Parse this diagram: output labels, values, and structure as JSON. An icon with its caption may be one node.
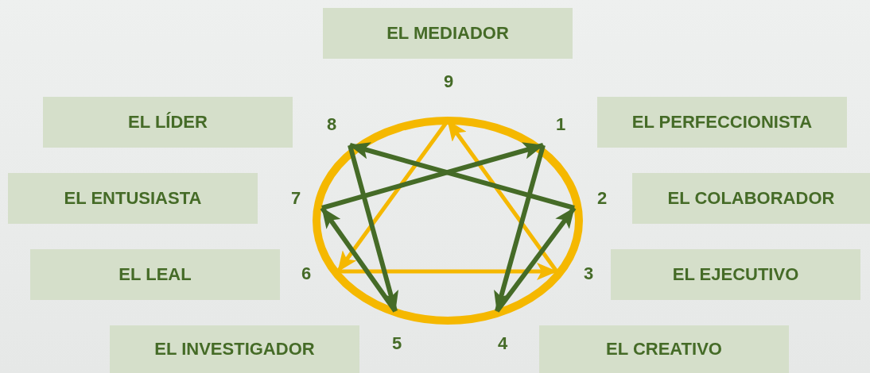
{
  "diagram": {
    "nodes": [
      {
        "text": [
          "EL MEDIADOR"
        ]
      },
      {
        "text": [
          "9"
        ]
      },
      {
        "text": [
          "EL LÍDER"
        ]
      },
      {
        "text": [
          "8"
        ]
      },
      {
        "text": [
          "1"
        ]
      },
      {
        "text": [
          "EL PERFECCIONISTA"
        ]
      },
      {
        "text": [
          "EL ENTUSIASTA"
        ]
      },
      {
        "text": [
          "7"
        ]
      },
      {
        "text": [
          "2"
        ]
      },
      {
        "text": [
          "EL COLABORADOR"
        ]
      },
      {
        "text": [
          "EL LEAL"
        ]
      },
      {
        "text": [
          "6"
        ]
      },
      {
        "text": [
          "3"
        ]
      },
      {
        "text": [
          "EL EJECUTIVO"
        ]
      },
      {
        "text": [
          "EL INVESTIGADOR"
        ]
      },
      {
        "text": [
          "5"
        ]
      },
      {
        "text": [
          "4"
        ]
      },
      {
        "text": [
          "EL CREATIVO"
        ]
      }
    ],
    "edges": [
      {
        "from": 1,
        "to": 11,
        "arrow": "to",
        "color": "#f5b800"
      },
      {
        "from": 11,
        "to": 12,
        "arrow": "to",
        "color": "#f5b800"
      },
      {
        "from": 12,
        "to": 1,
        "arrow": "to",
        "color": "#f5b800"
      },
      {
        "from": 4,
        "to": 16,
        "arrow": "to"
      },
      {
        "from": 16,
        "to": 8,
        "arrow": "to"
      },
      {
        "from": 8,
        "to": 3,
        "arrow": "to"
      },
      {
        "from": 3,
        "to": 15,
        "arrow": "to"
      },
      {
        "from": 15,
        "to": 7,
        "arrow": "to"
      },
      {
        "from": 7,
        "to": 4,
        "arrow": "to"
      }
    ]
  }
}
